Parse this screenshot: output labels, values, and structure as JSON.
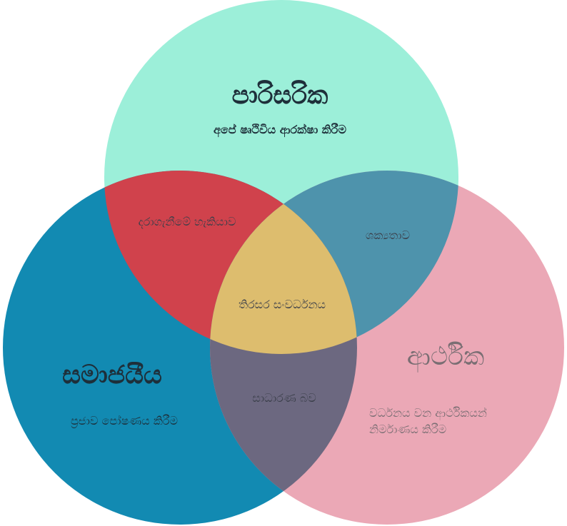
{
  "colors": {
    "top": "#9CEFD9",
    "left": "#128AB2",
    "right": "#EBA8B6",
    "top_left": "#D0424C",
    "top_right": "#4E93AC",
    "left_right": "#6C6880",
    "center": "#DDBD6E",
    "text_dark": "#1E2F3A",
    "text_mid": "#3B3F4A",
    "text_pink": "#7A6E73"
  },
  "circles": {
    "top": {
      "title": "පාරිසරික",
      "subtitle": "අපේ ෂෘථිවිය ආරක්ෂා කිරීම"
    },
    "left": {
      "title": "සමාජයීය",
      "subtitle": "ප්‍රජාව පෝෂණය කිරීම"
    },
    "right": {
      "title": "ආර්ථික",
      "subtitle_line1": "වර්ධනය වන ආර්ථිකයන්",
      "subtitle_line2": "නිර්මාණය කිරීම"
    }
  },
  "overlaps": {
    "top_left": "දරාගැනීමේ හැකියාව",
    "top_right": "ශක්‍යතාව",
    "left_right": "සාධාරණ බව",
    "center": "තිරසර සංවර්ධනය"
  }
}
